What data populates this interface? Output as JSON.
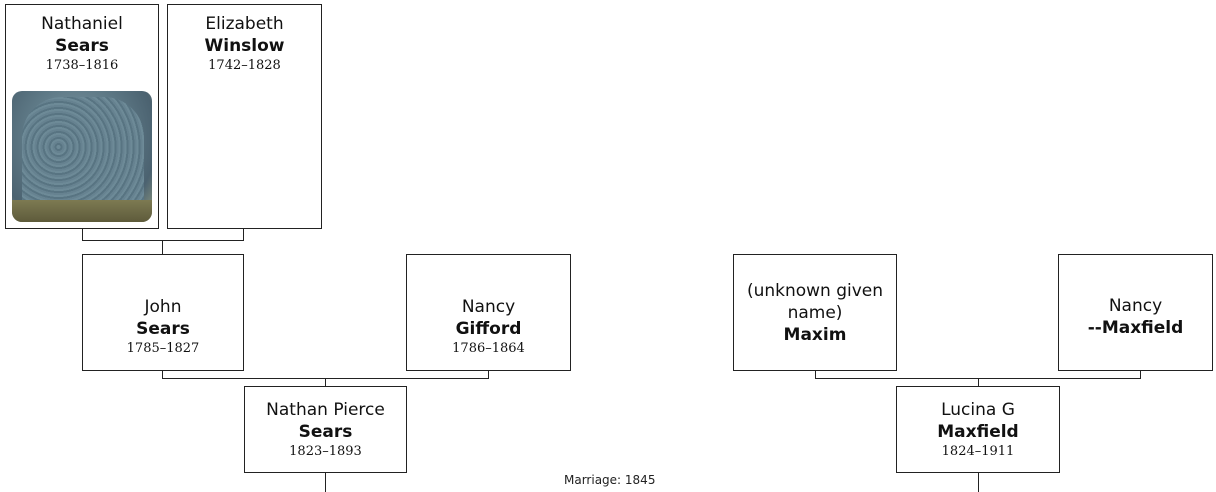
{
  "people": [
    {
      "id": "nathaniel",
      "given": "Nathaniel",
      "surname": "Sears",
      "dates": "1738–1816"
    },
    {
      "id": "elizabeth",
      "given": "Elizabeth",
      "surname": "Winslow",
      "dates": "1742–1828"
    },
    {
      "id": "john",
      "given": "John",
      "surname": "Sears",
      "dates": "1785–1827"
    },
    {
      "id": "nancy-gifford",
      "given": "Nancy",
      "surname": "Gifford",
      "dates": "1786–1864"
    },
    {
      "id": "nathan",
      "given": "Nathan Pierce",
      "surname": "Sears",
      "dates": "1823–1893"
    },
    {
      "id": "unknown-maxim",
      "given": "(unknown given name)",
      "surname": "Maxim",
      "dates": ""
    },
    {
      "id": "nancy-maxfield",
      "given": "Nancy",
      "surname": "--Maxfield",
      "dates": ""
    },
    {
      "id": "lucina",
      "given": "Lucina G",
      "surname": "Maxfield",
      "dates": "1824–1911"
    }
  ],
  "marriage_label": "Marriage: 1845"
}
